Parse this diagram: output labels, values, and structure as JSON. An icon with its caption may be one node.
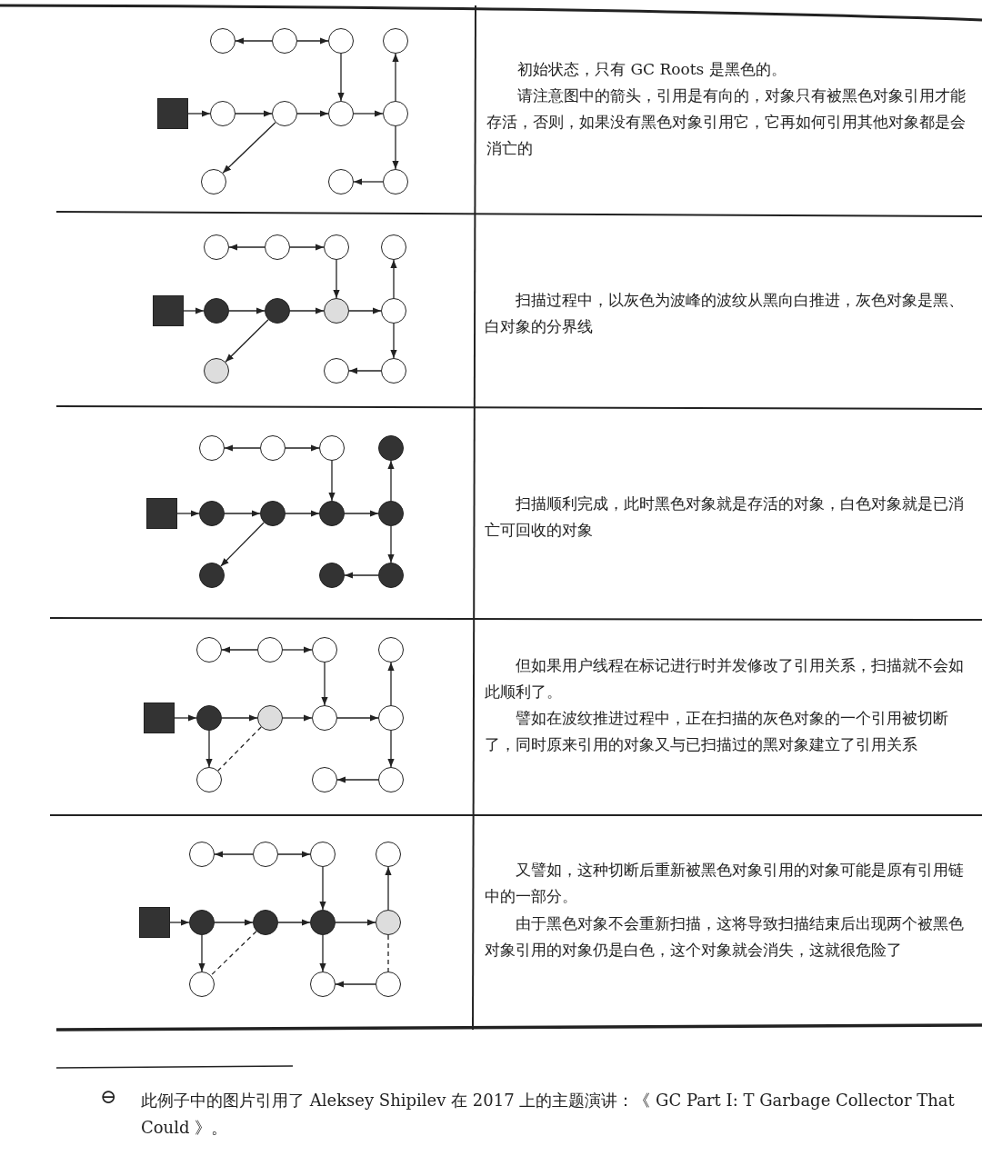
{
  "diagram": {
    "nodes": [
      {
        "text": [],
        "shape": "circle"
      },
      {
        "text": [],
        "shape": "circle"
      },
      {
        "text": [],
        "shape": "circle"
      },
      {
        "text": [],
        "shape": "circle"
      },
      {
        "text": [],
        "shape": "box"
      },
      {
        "text": [],
        "shape": "circle"
      },
      {
        "text": [],
        "shape": "circle"
      },
      {
        "text": [],
        "shape": "circle"
      },
      {
        "text": [],
        "shape": "circle"
      },
      {
        "text": [],
        "shape": "circle"
      },
      {
        "text": [],
        "shape": "circle"
      },
      {
        "text": [],
        "shape": "circle"
      },
      {
        "text": [],
        "shape": "circle"
      },
      {
        "text": [],
        "shape": "circle"
      },
      {
        "text": [],
        "shape": "circle"
      },
      {
        "text": [],
        "shape": "circle"
      },
      {
        "text": [],
        "shape": "box"
      },
      {
        "text": [],
        "shape": "circle"
      },
      {
        "text": [],
        "shape": "circle"
      },
      {
        "text": [],
        "shape": "circle"
      },
      {
        "text": [],
        "shape": "circle"
      },
      {
        "text": [],
        "shape": "circle"
      },
      {
        "text": [],
        "shape": "circle"
      },
      {
        "text": [],
        "shape": "circle"
      },
      {
        "text": [],
        "shape": "circle"
      },
      {
        "text": [],
        "shape": "circle"
      },
      {
        "text": [],
        "shape": "circle"
      },
      {
        "text": [],
        "shape": "circle"
      },
      {
        "text": [],
        "shape": "box"
      },
      {
        "text": [],
        "shape": "circle"
      },
      {
        "text": [],
        "shape": "circle"
      },
      {
        "text": [],
        "shape": "circle"
      },
      {
        "text": [],
        "shape": "circle"
      },
      {
        "text": [],
        "shape": "circle"
      },
      {
        "text": [],
        "shape": "circle"
      },
      {
        "text": [],
        "shape": "circle"
      },
      {
        "text": [],
        "shape": "circle"
      },
      {
        "text": [],
        "shape": "circle"
      },
      {
        "text": [],
        "shape": "circle"
      },
      {
        "text": [],
        "shape": "circle"
      },
      {
        "text": [],
        "shape": "box"
      },
      {
        "text": [],
        "shape": "circle"
      },
      {
        "text": [],
        "shape": "circle"
      },
      {
        "text": [],
        "shape": "circle"
      },
      {
        "text": [],
        "shape": "circle"
      },
      {
        "text": [],
        "shape": "circle"
      },
      {
        "text": [],
        "shape": "circle"
      },
      {
        "text": [],
        "shape": "circle"
      },
      {
        "text": [],
        "shape": "circle"
      },
      {
        "text": [],
        "shape": "circle"
      },
      {
        "text": [],
        "shape": "circle"
      },
      {
        "text": [],
        "shape": "circle"
      },
      {
        "text": [],
        "shape": "box"
      },
      {
        "text": [],
        "shape": "circle"
      },
      {
        "text": [],
        "shape": "circle"
      },
      {
        "text": [],
        "shape": "circle"
      },
      {
        "text": [],
        "shape": "circle"
      },
      {
        "text": [],
        "shape": "circle"
      },
      {
        "text": [],
        "shape": "circle"
      },
      {
        "text": [],
        "shape": "circle"
      }
    ],
    "edges": [
      {
        "from": 1,
        "to": 0,
        "arrow": "to"
      },
      {
        "from": 1,
        "to": 2,
        "arrow": "to"
      },
      {
        "from": 2,
        "to": 7,
        "arrow": "to"
      },
      {
        "from": 4,
        "to": 5,
        "arrow": "to"
      },
      {
        "from": 5,
        "to": 6,
        "arrow": "to"
      },
      {
        "from": 6,
        "to": 7,
        "arrow": "to"
      },
      {
        "from": 7,
        "to": 8,
        "arrow": "to"
      },
      {
        "from": 8,
        "to": 3,
        "arrow": "to"
      },
      {
        "from": 6,
        "to": 9,
        "arrow": "to"
      },
      {
        "from": 8,
        "to": 11,
        "arrow": "to"
      },
      {
        "from": 11,
        "to": 10,
        "arrow": "to"
      },
      {
        "from": 13,
        "to": 12,
        "arrow": "to"
      },
      {
        "from": 13,
        "to": 14,
        "arrow": "to"
      },
      {
        "from": 14,
        "to": 19,
        "arrow": "to"
      },
      {
        "from": 16,
        "to": 17,
        "arrow": "to"
      },
      {
        "from": 17,
        "to": 18,
        "arrow": "to"
      },
      {
        "from": 18,
        "to": 19,
        "arrow": "to"
      },
      {
        "from": 19,
        "to": 20,
        "arrow": "to"
      },
      {
        "from": 20,
        "to": 15,
        "arrow": "to"
      },
      {
        "from": 18,
        "to": 21,
        "arrow": "to"
      },
      {
        "from": 20,
        "to": 23,
        "arrow": "to"
      },
      {
        "from": 23,
        "to": 22,
        "arrow": "to"
      },
      {
        "from": 25,
        "to": 24,
        "arrow": "to"
      },
      {
        "from": 25,
        "to": 26,
        "arrow": "to"
      },
      {
        "from": 26,
        "to": 31,
        "arrow": "to"
      },
      {
        "from": 28,
        "to": 29,
        "arrow": "to"
      },
      {
        "from": 29,
        "to": 30,
        "arrow": "to"
      },
      {
        "from": 30,
        "to": 31,
        "arrow": "to"
      },
      {
        "from": 31,
        "to": 32,
        "arrow": "to"
      },
      {
        "from": 32,
        "to": 27,
        "arrow": "to"
      },
      {
        "from": 30,
        "to": 33,
        "arrow": "to"
      },
      {
        "from": 32,
        "to": 35,
        "arrow": "to"
      },
      {
        "from": 35,
        "to": 34,
        "arrow": "to"
      },
      {
        "from": 37,
        "to": 36,
        "arrow": "to"
      },
      {
        "from": 37,
        "to": 38,
        "arrow": "to"
      },
      {
        "from": 38,
        "to": 43,
        "arrow": "to"
      },
      {
        "from": 40,
        "to": 41,
        "arrow": "to"
      },
      {
        "from": 41,
        "to": 42,
        "arrow": "to"
      },
      {
        "from": 42,
        "to": 43,
        "arrow": "to"
      },
      {
        "from": 43,
        "to": 44,
        "arrow": "to"
      },
      {
        "from": 44,
        "to": 39,
        "arrow": "to"
      },
      {
        "from": 44,
        "to": 47,
        "arrow": "to"
      },
      {
        "from": 47,
        "to": 46,
        "arrow": "to"
      },
      {
        "from": 41,
        "to": 45,
        "arrow": "to"
      },
      {
        "from": 42,
        "to": 45,
        "arrow": "none",
        "style": "dashed"
      },
      {
        "from": 49,
        "to": 48,
        "arrow": "to"
      },
      {
        "from": 49,
        "to": 50,
        "arrow": "to"
      },
      {
        "from": 50,
        "to": 55,
        "arrow": "to"
      },
      {
        "from": 52,
        "to": 53,
        "arrow": "to"
      },
      {
        "from": 53,
        "to": 54,
        "arrow": "to"
      },
      {
        "from": 54,
        "to": 55,
        "arrow": "to"
      },
      {
        "from": 55,
        "to": 56,
        "arrow": "to"
      },
      {
        "from": 56,
        "to": 51,
        "arrow": "to"
      },
      {
        "from": 56,
        "to": 59,
        "arrow": "none",
        "style": "dashed"
      },
      {
        "from": 59,
        "to": 58,
        "arrow": "to"
      },
      {
        "from": 53,
        "to": 57,
        "arrow": "to"
      },
      {
        "from": 54,
        "to": 57,
        "arrow": "none",
        "style": "dashed"
      },
      {
        "from": 55,
        "to": 58,
        "arrow": "to"
      }
    ],
    "labels": [
      "初始状态，只有 GC Roots 是黑色的。",
      "请注意图中的箭头，引用是有向的，对象只有被黑色对象引用才能存活，否则，如果没有黑色对象引用它，它再如何引用其他对象都是会消亡的",
      "扫描过程中，以灰色为波峰的波纹从黑向白推进，灰色对象是黑、白对象的分界线",
      "扫描顺利完成，此时黑色对象就是存活的对象，白色对象就是已消亡可回收的对象",
      "但如果用户线程在标记进行时并发修改了引用关系，扫描就不会如此顺利了。",
      "譬如在波纹推进过程中，正在扫描的灰色对象的一个引用被切断了，同时原来引用的对象又与已扫描过的黑对象建立了引用关系",
      "又譬如，这种切断后重新被黑色对象引用的对象可能是原有引用链中的一部分。",
      "由于黑色对象不会重新扫描，这将导致扫描结束后出现两个被黑色对象引用的对象仍是白色，这个对象就会消失，这就很危险了",
      "⊖",
      "此例子中的图片引用了 Aleksey Shipilev 在 2017 上的主题演讲：《 GC Part I: T Garbage Collector That Could 》。"
    ]
  }
}
